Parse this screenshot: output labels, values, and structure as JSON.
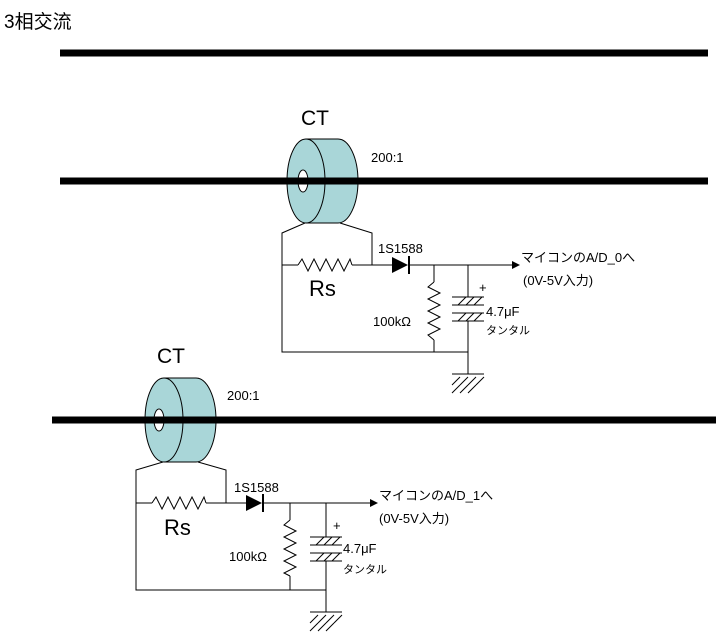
{
  "title": "3相交流",
  "units": [
    {
      "ct_label": "CT",
      "ratio": "200:1",
      "diode": "1S1588",
      "resistor_rs": "Rs",
      "resistor_load": "100kΩ",
      "capacitor": "4.7μF",
      "capacitor_type": "タンタル",
      "polarity": "+",
      "output_line1": "マイコンのA/D_0へ",
      "output_line2": "(0V-5V入力)"
    },
    {
      "ct_label": "CT",
      "ratio": "200:1",
      "diode": "1S1588",
      "resistor_rs": "Rs",
      "resistor_load": "100kΩ",
      "capacitor": "4.7μF",
      "capacitor_type": "タンタル",
      "polarity": "+",
      "output_line1": "マイコンのA/D_1へ",
      "output_line2": "(0V-5V入力)"
    }
  ],
  "colors": {
    "ct_fill": "#a9d6d8",
    "wire": "#000000",
    "power_line": "#000000"
  }
}
